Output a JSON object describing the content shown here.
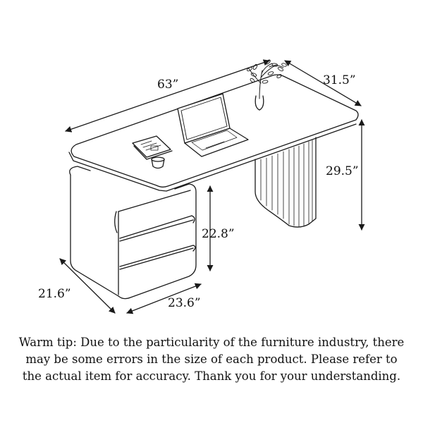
{
  "dimensions": {
    "desk_length": "63”",
    "desk_depth": "31.5”",
    "desk_height": "29.5”",
    "cabinet_height": "22.8”",
    "cabinet_depth": "21.6”",
    "cabinet_width": "23.6”"
  },
  "tip": {
    "line1": "Warm tip: Due to the particularity of the furniture industry, there",
    "line2": "may be some errors in the size of each product. Please refer to",
    "line3": "the actual item for accuracy. Thank you for your understanding."
  },
  "colors": {
    "line": "#1a1a1a",
    "background": "#ffffff"
  }
}
